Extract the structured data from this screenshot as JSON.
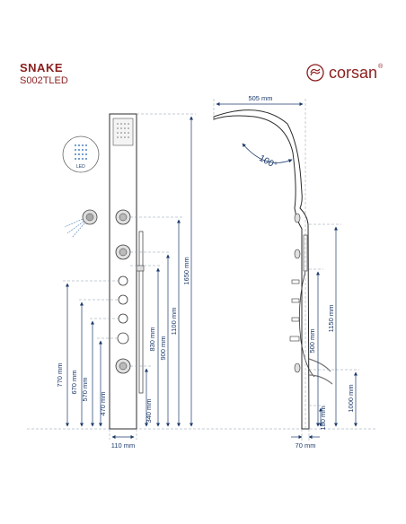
{
  "product": {
    "name": "SNAKE",
    "model": "S002TLED"
  },
  "brand": {
    "name": "corsan",
    "mark": "®"
  },
  "inset": {
    "label": "LED"
  },
  "front": {
    "width": "110 mm",
    "dims": [
      "770 mm",
      "670 mm",
      "570 mm",
      "470 mm",
      "340 mm",
      "830 mm",
      "900 mm",
      "1100 mm",
      "1650 mm"
    ]
  },
  "side": {
    "width_top": "505 mm",
    "angle": "100°",
    "depth_bottom": "70 mm",
    "dims": [
      "500 mm",
      "1150 mm",
      "180 mm",
      "1000 mm"
    ]
  },
  "colors": {
    "brand": "#8b1e1e",
    "dimension": "#1b3a6b",
    "outline": "#2b2b2b",
    "guide": "#8899aa"
  }
}
